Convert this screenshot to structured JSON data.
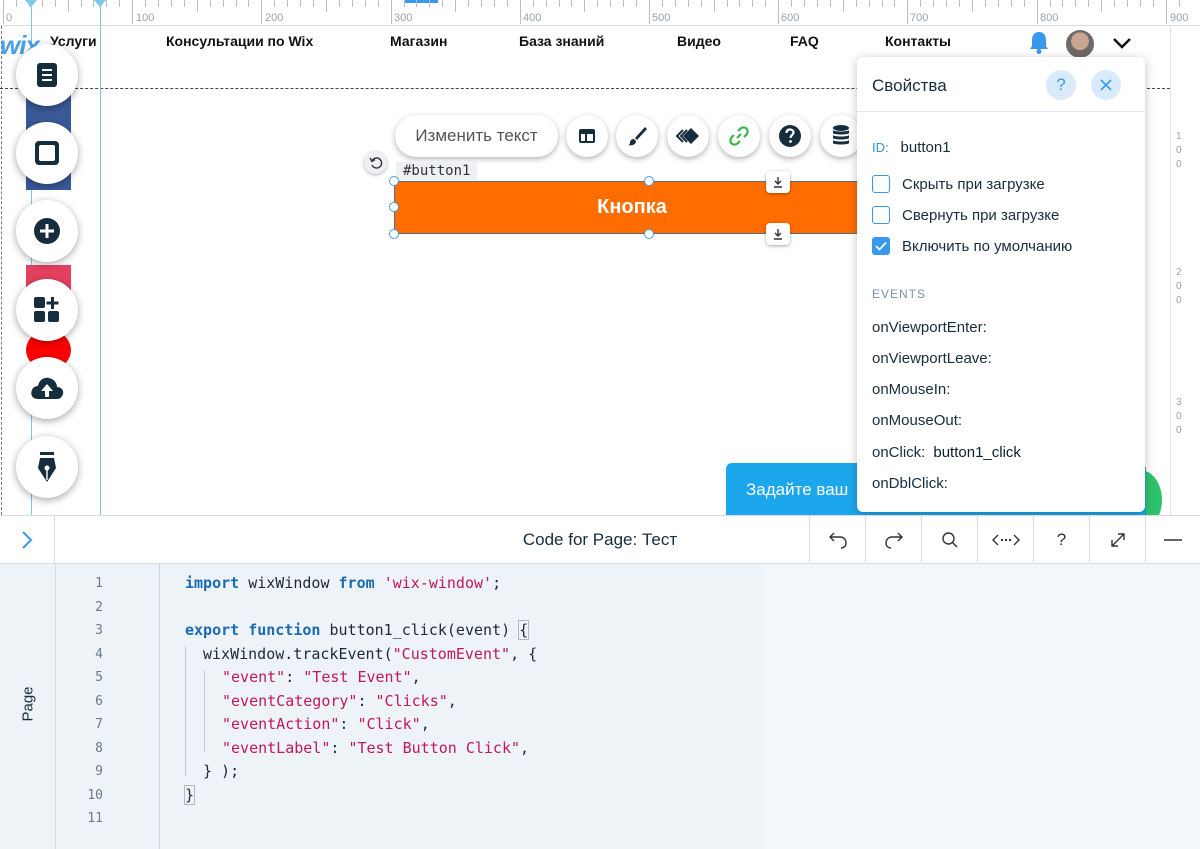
{
  "ruler": {
    "labels": [
      "0",
      "100",
      "200",
      "300",
      "400",
      "500",
      "600",
      "700",
      "800",
      "900"
    ]
  },
  "right_ruler": {
    "digits": [
      "1",
      "0",
      "0",
      "2",
      "0",
      "0",
      "3",
      "0",
      "0"
    ]
  },
  "site_nav": {
    "logo": "wix",
    "items": [
      "Услуги",
      "Консультации по Wix",
      "Магазин",
      "База знаний",
      "Видео",
      "FAQ",
      "Контакты"
    ]
  },
  "toolbar": {
    "edit_text_label": "Изменить текст",
    "icons": [
      "layout-icon",
      "design-brush-icon",
      "animation-icon",
      "link-icon",
      "help-icon",
      "data-icon"
    ]
  },
  "element": {
    "id_tag": "#button1",
    "button_label": "Кнопка",
    "button_color": "#ff6d00"
  },
  "chat_widget": {
    "text": "Задайте ваш"
  },
  "properties": {
    "title": "Свойства",
    "help": "?",
    "id_label": "ID:",
    "id_value": "button1",
    "checkboxes": [
      {
        "label": "Скрыть при загрузке",
        "checked": false
      },
      {
        "label": "Свернуть при загрузке",
        "checked": false
      },
      {
        "label": "Включить по умолчанию",
        "checked": true
      }
    ],
    "events_heading": "EVENTS",
    "events": [
      {
        "name": "onViewportEnter:",
        "handler": ""
      },
      {
        "name": "onViewportLeave:",
        "handler": ""
      },
      {
        "name": "onMouseIn:",
        "handler": ""
      },
      {
        "name": "onMouseOut:",
        "handler": ""
      },
      {
        "name": "onClick:",
        "handler": "button1_click"
      },
      {
        "name": "onDblClick:",
        "handler": ""
      }
    ]
  },
  "code_panel": {
    "title": "Code for Page: Тест",
    "side_tab": "Page",
    "help": "?",
    "line_numbers": [
      "1",
      "2",
      "3",
      "4",
      "5",
      "6",
      "7",
      "8",
      "9",
      "10",
      "11"
    ],
    "code": {
      "l1_kw1": "import",
      "l1_a": " wixWindow ",
      "l1_kw2": "from",
      "l1_str": "'wix-window'",
      "l1_end": ";",
      "l3_kw1": "export",
      "l3_kw2": "function",
      "l3_a": " button1_click(event) ",
      "l3_brace": "{",
      "l4_a": "wixWindow.trackEvent(",
      "l4_str": "\"CustomEvent\"",
      "l4_end": ", {",
      "l5_key": "\"event\"",
      "l5_sep": ": ",
      "l5_val": "\"Test Event\"",
      "l5_end": ",",
      "l6_key": "\"eventCategory\"",
      "l6_sep": ": ",
      "l6_val": "\"Clicks\"",
      "l6_end": ",",
      "l7_key": "\"eventAction\"",
      "l7_sep": ": ",
      "l7_val": "\"Click\"",
      "l7_end": ",",
      "l8_key": "\"eventLabel\"",
      "l8_sep": ": ",
      "l8_val": "\"Test Button Click\"",
      "l8_end": ",",
      "l9": "} );",
      "l10": "}"
    }
  },
  "colors": {
    "accent": "#3899ec",
    "button_orange": "#ff6d00",
    "chat_blue": "#1ca7ec",
    "keyword": "#1b6bb2",
    "string": "#c2185b"
  }
}
